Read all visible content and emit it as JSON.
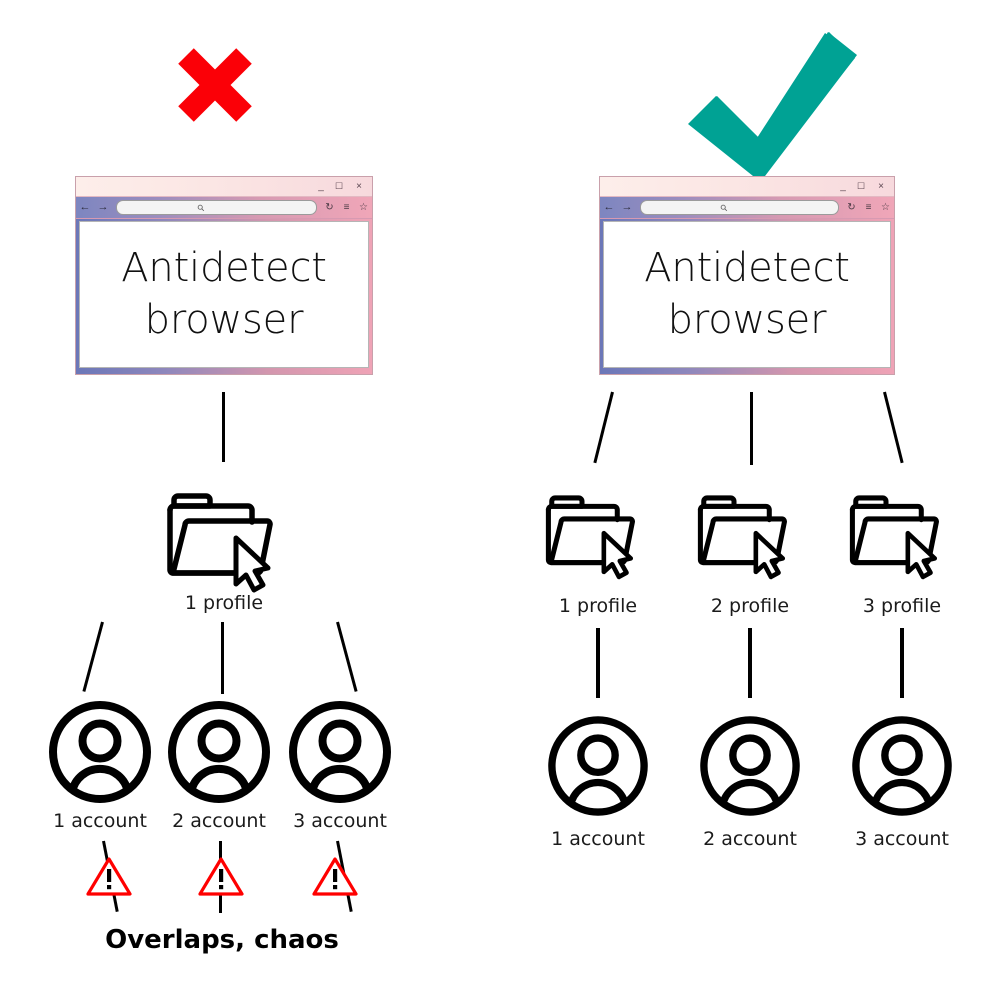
{
  "diagram": {
    "title_text": "Antidetect browser",
    "background_color": "#ffffff"
  },
  "colors": {
    "cross_red": "#fb0007",
    "check_teal": "#00a294",
    "warning_red": "#ff0000",
    "line_black": "#000000",
    "browser_accent_blue": "#6b77b8",
    "browser_accent_pink": "#efa3b6",
    "titlebar_pink": "#fdeeea"
  },
  "left_panel": {
    "verdict": {
      "icon": "cross-icon",
      "meaning": "bad"
    },
    "browser": {
      "content_text": "Antidetect\nbrowser",
      "titlebar_buttons": [
        {
          "icon": "minimize-icon",
          "glyph": "_"
        },
        {
          "icon": "maximize-icon",
          "glyph": "❐"
        },
        {
          "icon": "close-icon",
          "glyph": "×"
        }
      ],
      "nav_buttons": [
        {
          "icon": "back-arrow-icon",
          "glyph": "←"
        },
        {
          "icon": "forward-arrow-icon",
          "glyph": "→"
        }
      ],
      "url_value": "",
      "url_placeholder": "",
      "toolbar_icons": [
        {
          "icon": "reload-icon",
          "glyph": "↻"
        },
        {
          "icon": "menu-icon",
          "glyph": "≡"
        },
        {
          "icon": "star-icon",
          "glyph": "☆"
        }
      ]
    },
    "profiles": [
      {
        "icon": "folder-cursor-icon",
        "label": "1 profile"
      }
    ],
    "accounts": [
      {
        "icon": "user-avatar-icon",
        "label": "1 account"
      },
      {
        "icon": "user-avatar-icon",
        "label": "2 account"
      },
      {
        "icon": "user-avatar-icon",
        "label": "3 account"
      }
    ],
    "warnings": [
      {
        "icon": "warning-triangle-icon"
      },
      {
        "icon": "warning-triangle-icon"
      },
      {
        "icon": "warning-triangle-icon"
      }
    ],
    "outcome_label": "Overlaps, chaos"
  },
  "right_panel": {
    "verdict": {
      "icon": "checkmark-icon",
      "meaning": "good"
    },
    "browser": {
      "content_text": "Antidetect\nbrowser",
      "titlebar_buttons": [
        {
          "icon": "minimize-icon",
          "glyph": "_"
        },
        {
          "icon": "maximize-icon",
          "glyph": "❐"
        },
        {
          "icon": "close-icon",
          "glyph": "×"
        }
      ],
      "nav_buttons": [
        {
          "icon": "back-arrow-icon",
          "glyph": "←"
        },
        {
          "icon": "forward-arrow-icon",
          "glyph": "→"
        }
      ],
      "url_value": "",
      "url_placeholder": "",
      "toolbar_icons": [
        {
          "icon": "reload-icon",
          "glyph": "↻"
        },
        {
          "icon": "menu-icon",
          "glyph": "≡"
        },
        {
          "icon": "star-icon",
          "glyph": "☆"
        }
      ]
    },
    "profiles": [
      {
        "icon": "folder-cursor-icon",
        "label": "1 profile"
      },
      {
        "icon": "folder-cursor-icon",
        "label": "2 profile"
      },
      {
        "icon": "folder-cursor-icon",
        "label": "3 profile"
      }
    ],
    "accounts": [
      {
        "icon": "user-avatar-icon",
        "label": "1 account"
      },
      {
        "icon": "user-avatar-icon",
        "label": "2 account"
      },
      {
        "icon": "user-avatar-icon",
        "label": "3 account"
      }
    ],
    "outcome_label": ""
  }
}
